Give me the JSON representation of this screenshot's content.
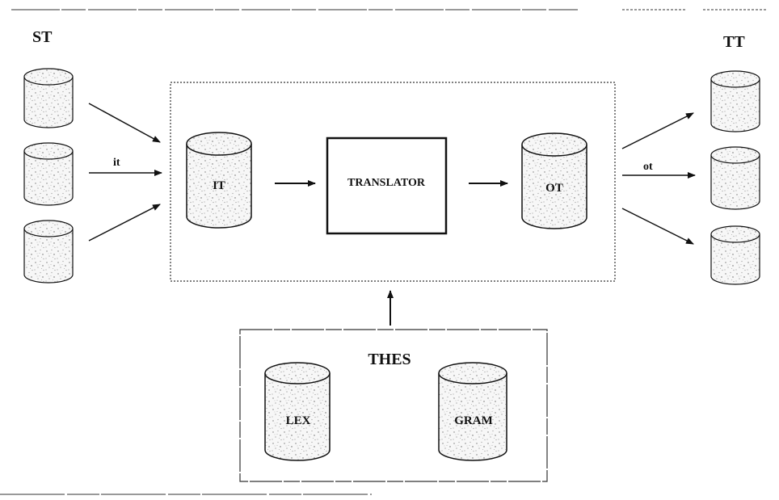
{
  "diagram": {
    "source_label": "ST",
    "target_label": "TT",
    "input_arrow_label": "it",
    "output_arrow_label": "ot",
    "input_store_label": "IT",
    "processor_label": "TRANSLATOR",
    "output_store_label": "OT",
    "thesaurus_label": "THES",
    "lexicon_label": "LEX",
    "grammar_label": "GRAM"
  }
}
